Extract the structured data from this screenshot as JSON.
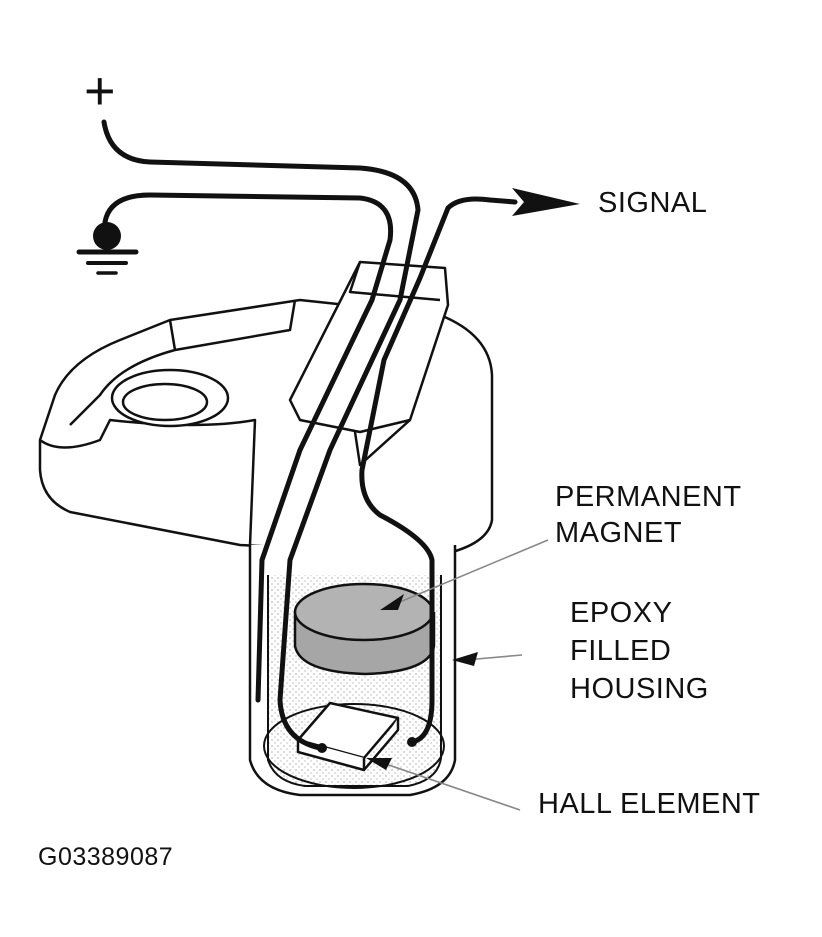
{
  "symbols": {
    "positive": "+",
    "ground": "ground-symbol"
  },
  "labels": {
    "signal": "SIGNAL",
    "magnet": [
      "PERMANENT",
      "MAGNET"
    ],
    "housing": [
      "EPOXY",
      "FILLED",
      "HOUSING"
    ],
    "hall": "HALL ELEMENT"
  },
  "figure_id": "G03389087",
  "colors": {
    "line": "#111111",
    "magnet": "#a6a6a6",
    "stipple": "#bfbfbf",
    "leader": "#888888"
  }
}
